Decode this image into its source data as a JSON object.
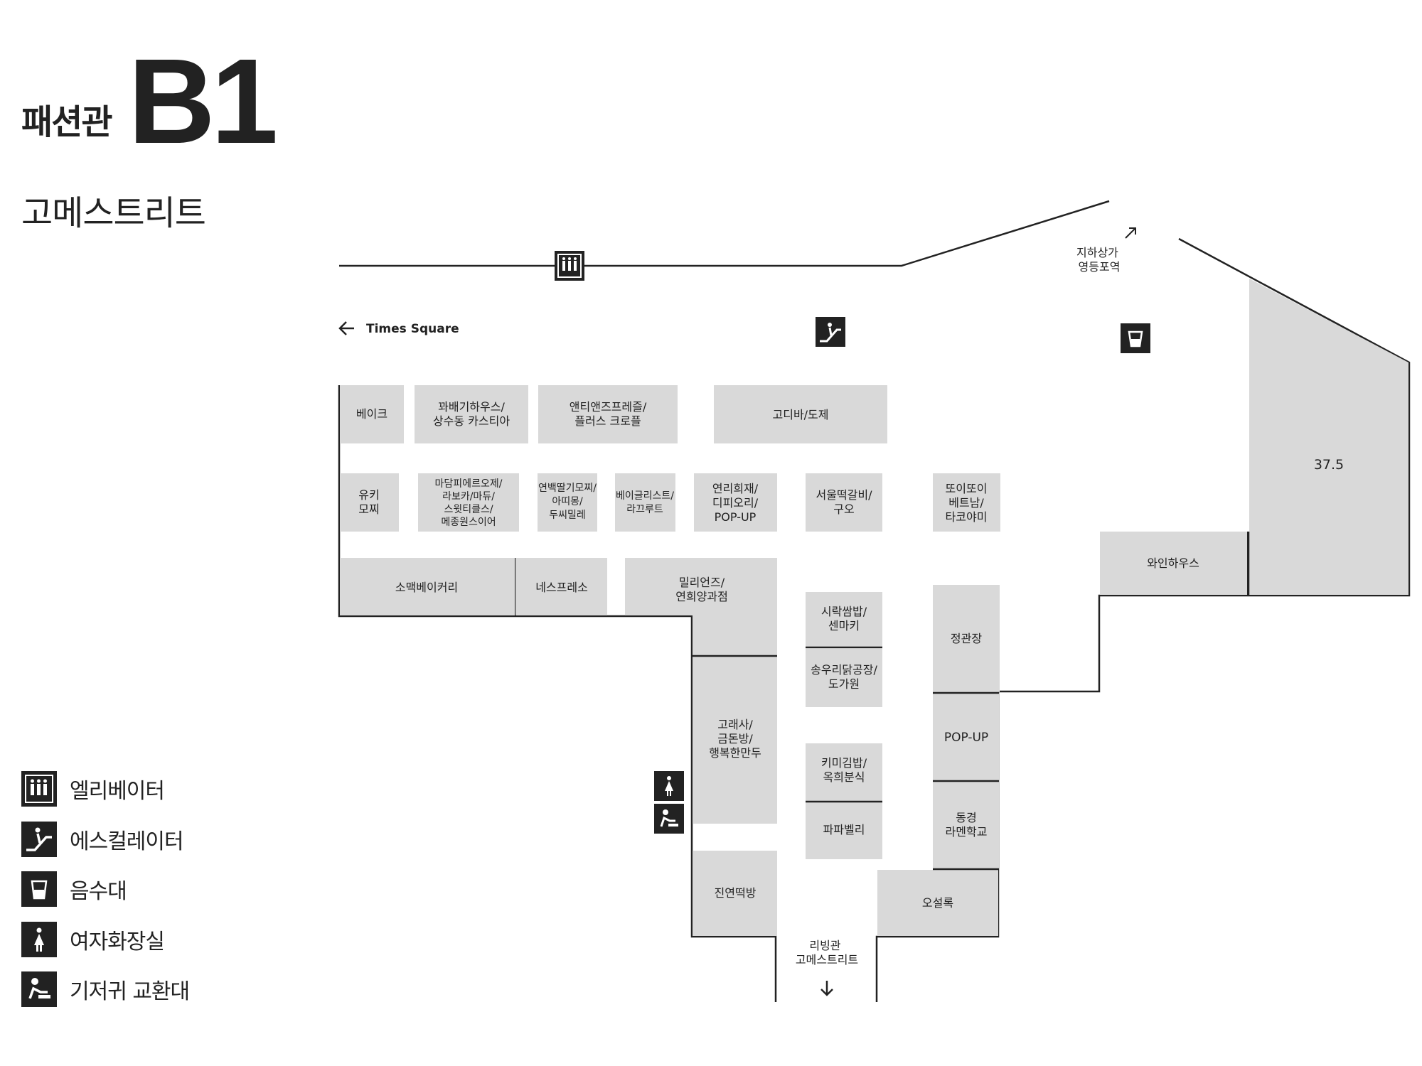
{
  "header": {
    "building": "패션관",
    "floor": "B1",
    "zone": "고메스트리트"
  },
  "directions": {
    "times_square": "Times Square",
    "underground": [
      "지하상가",
      "영등포역"
    ],
    "living": [
      "리빙관",
      "고메스트리트"
    ]
  },
  "stores": {
    "bake": [
      "베이크"
    ],
    "kkwabaegi": [
      "꽈배기하우스/",
      "상수동 카스티아"
    ],
    "anti": [
      "앤티앤즈프레즐/",
      "플러스 크로플"
    ],
    "godiva": [
      "고디바/도제"
    ],
    "yuki": [
      "유키",
      "모찌"
    ],
    "madame": [
      "마담피에르오제/",
      "라보카/마듀/",
      "스윗티클스/",
      "메종원스이어"
    ],
    "yeonbaek": [
      "연백딸기모찌/",
      "아띠몽/",
      "두씨밀레"
    ],
    "bakelist": [
      "베이글리스트/",
      "라끄루트"
    ],
    "yeonri": [
      "연리희재/",
      "디피오리/",
      "POP-UP"
    ],
    "seoul": [
      "서울떡갈비/",
      "구오"
    ],
    "ttoi": [
      "또이또이",
      "베트남/",
      "타코야미"
    ],
    "somaek": [
      "소맥베이커리"
    ],
    "nespresso": [
      "네스프레소"
    ],
    "millions": [
      "밀리언즈/",
      "연희양과점"
    ],
    "sirak": [
      "시락쌈밥/",
      "센마키"
    ],
    "songuri": [
      "송우리닭공장/",
      "도가원"
    ],
    "jeonggwanjang": [
      "정관장"
    ],
    "wine": [
      "와인하우스"
    ],
    "s375": [
      "37.5"
    ],
    "gorae": [
      "고래사/",
      "금돈방/",
      "행복한만두"
    ],
    "popup2": [
      "POP-UP"
    ],
    "kimi": [
      "키미김밥/",
      "옥희분식"
    ],
    "papa": [
      "파파벨리"
    ],
    "donggyeong": [
      "동경",
      "라멘학교"
    ],
    "jinyeon": [
      "진연떡방"
    ],
    "oseol": [
      "오설록"
    ]
  },
  "legend": [
    {
      "icon": "elevator-icon",
      "label": "엘리베이터"
    },
    {
      "icon": "escalator-icon",
      "label": "에스컬레이터"
    },
    {
      "icon": "water-fountain-icon",
      "label": "음수대"
    },
    {
      "icon": "womens-restroom-icon",
      "label": "여자화장실"
    },
    {
      "icon": "diaper-changing-icon",
      "label": "기저귀 교환대"
    }
  ],
  "colors": {
    "store_fill": "#d9d9d9",
    "line": "#222222",
    "icon_bg": "#222222"
  }
}
